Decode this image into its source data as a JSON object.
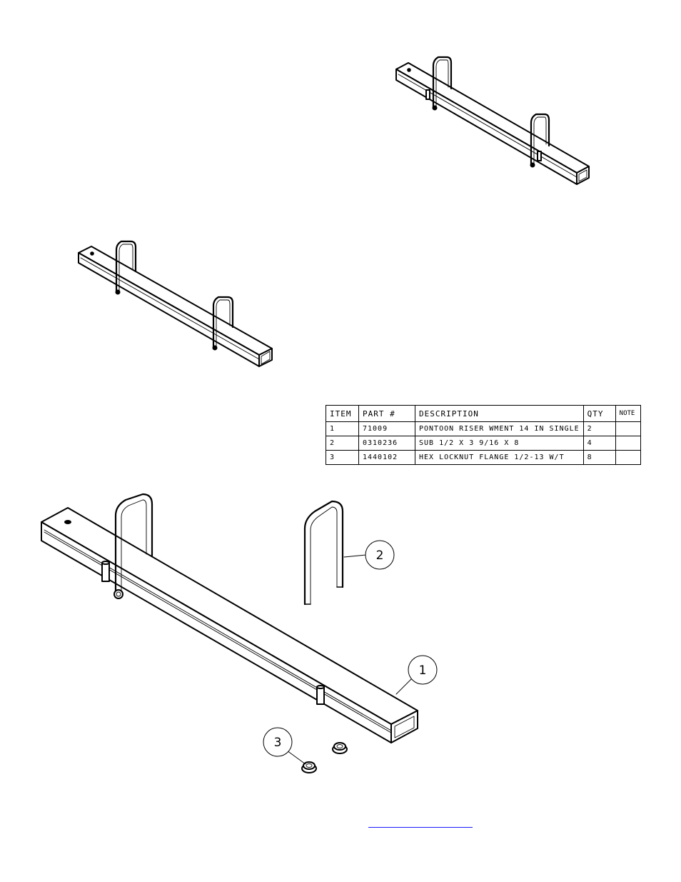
{
  "bom": {
    "headers": {
      "item": "ITEM",
      "part": "PART #",
      "description": "DESCRIPTION",
      "qty": "QTY",
      "note": "NOTE"
    },
    "rows": [
      {
        "item": "1",
        "part": "71009",
        "description": "PONTOON RISER WMENT 14 IN SINGLE",
        "qty": "2",
        "note": ""
      },
      {
        "item": "2",
        "part": "0310236",
        "description": "SUB 1/2 X 3 9/16 X 8",
        "qty": "4",
        "note": ""
      },
      {
        "item": "3",
        "part": "1440102",
        "description": "HEX LOCKNUT FLANGE 1/2-13 W/T",
        "qty": "8",
        "note": ""
      }
    ]
  },
  "balloons": {
    "item1": "1",
    "item2": "2",
    "item3": "3"
  },
  "colors": {
    "line": "#000000",
    "link": "#1a1aff"
  }
}
